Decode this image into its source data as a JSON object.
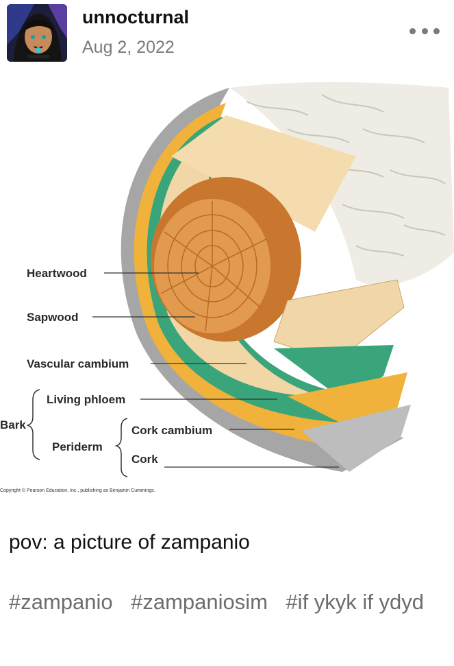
{
  "post": {
    "username": "unnocturnal",
    "date": "Aug 2, 2022",
    "more_icon": "more-horizontal-icon"
  },
  "diagram": {
    "labels": {
      "heartwood": "Heartwood",
      "sapwood": "Sapwood",
      "vascular_cambium": "Vascular cambium",
      "living_phloem": "Living phloem",
      "bark": "Bark",
      "periderm": "Periderm",
      "cork_cambium": "Cork cambium",
      "cork": "Cork"
    },
    "copyright": "Copyright © Pearson Education, Inc., publishing as Benjamin Cummings."
  },
  "caption": "pov: a picture of zampanio",
  "tags": [
    "#zampanio",
    "#zampaniosim",
    "#if ykyk if ydyd"
  ],
  "colors": {
    "username": "#111111",
    "date": "#7a7a7a",
    "tag": "#6d6d6d",
    "heartwood": "#d98a3a",
    "sapwood": "#f2d7a6",
    "vascular_cambium": "#3aa57a",
    "phloem": "#f0b23a",
    "cork": "#a8a8a8",
    "bark_surface": "#eeece4"
  }
}
